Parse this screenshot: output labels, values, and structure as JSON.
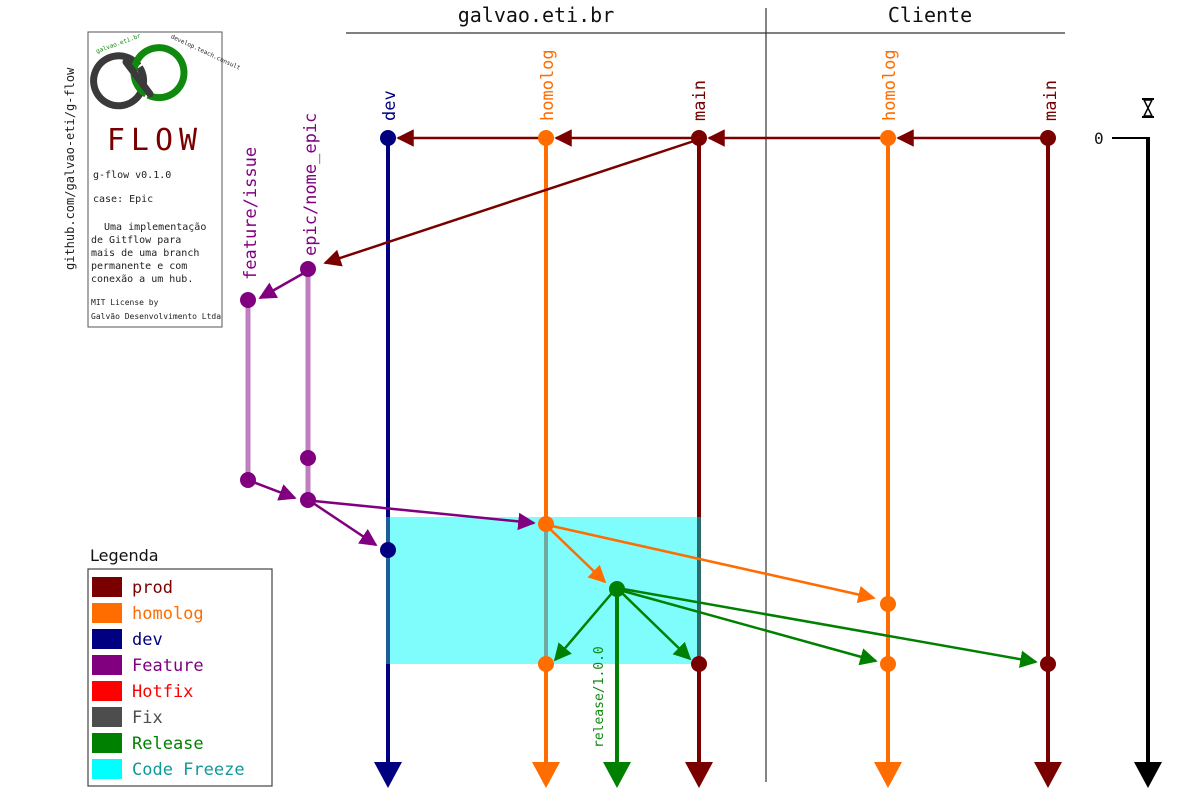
{
  "headers": {
    "left": "galvao.eti.br",
    "right": "Cliente"
  },
  "repo_url": "github.com/galvao-eti/g-flow",
  "info": {
    "logo_arc_left": "galvao.eti.br",
    "logo_arc_right": "develop.teach.consult",
    "logo_word": "FLOW",
    "version": "g-flow v0.1.0",
    "case": "case: Epic",
    "description": [
      "Uma implementação",
      "de Gitflow para",
      "mais de uma branch",
      "permanente e com",
      "conexão a um hub."
    ],
    "license": [
      "MIT License by",
      "Galvão Desenvolvimento Ltda"
    ]
  },
  "branches": {
    "feature": "feature/issue",
    "epic": "epic/nome_epic",
    "dev": "dev",
    "homolog_left": "homolog",
    "main_left": "main",
    "homolog_right": "homolog",
    "main_right": "main",
    "release": "release/1.0.0"
  },
  "timeline": {
    "start_label": "0",
    "icon": "hourglass-icon"
  },
  "legend": {
    "title": "Legenda",
    "items": [
      {
        "label": "prod",
        "color": "#7a0000"
      },
      {
        "label": "homolog",
        "color": "#ff6c00"
      },
      {
        "label": "dev",
        "color": "#000080"
      },
      {
        "label": "Feature",
        "color": "#800080"
      },
      {
        "label": "Hotfix",
        "color": "#ff0000"
      },
      {
        "label": "Fix",
        "color": "#4d4d4d"
      },
      {
        "label": "Release",
        "color": "#008000"
      },
      {
        "label": "Code Freeze",
        "color": "#00ffff"
      }
    ]
  },
  "colors": {
    "prod": "#7a0000",
    "homolog": "#ff6c00",
    "dev": "#000080",
    "feature": "#800080",
    "feature_light": "#bf7fbf",
    "release": "#008000",
    "freeze": "#7ffcfc",
    "legend_label_freeze": "#119999"
  }
}
